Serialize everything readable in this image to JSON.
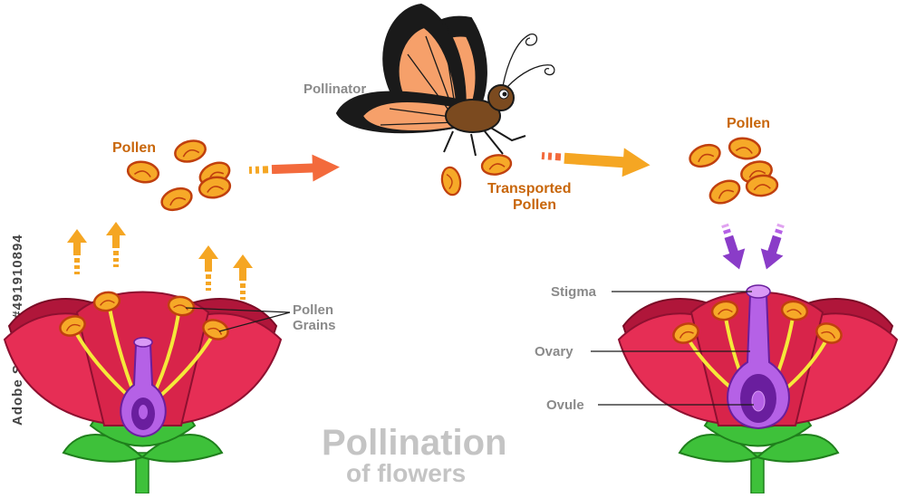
{
  "labels": {
    "pollen_left": "Pollen",
    "pollinator": "Pollinator",
    "transported_pollen_1": "Transported",
    "transported_pollen_2": "Pollen",
    "pollen_right": "Pollen",
    "pollen_grains_1": "Pollen",
    "pollen_grains_2": "Grains",
    "stigma": "Stigma",
    "ovary": "Ovary",
    "ovule": "Ovule"
  },
  "title": {
    "main": "Pollination",
    "sub": "of flowers"
  },
  "stock_id": "Adobe Stock | #491910894",
  "colors": {
    "pollen_fill": "#f6a928",
    "pollen_edge": "#c0400e",
    "petal": "#e62e55",
    "petal_dark": "#b0163a",
    "pistil": "#b561e6",
    "pistil_dark": "#6a1e9e",
    "leaf": "#3ec13a",
    "arrow_orange": "#f5a623",
    "arrow_purple": "#8a3cc8",
    "label_orange": "#c8660a",
    "label_grey": "#8a8a8a",
    "wing_orange": "#f6a06a",
    "wing_black": "#1a1a1a"
  }
}
